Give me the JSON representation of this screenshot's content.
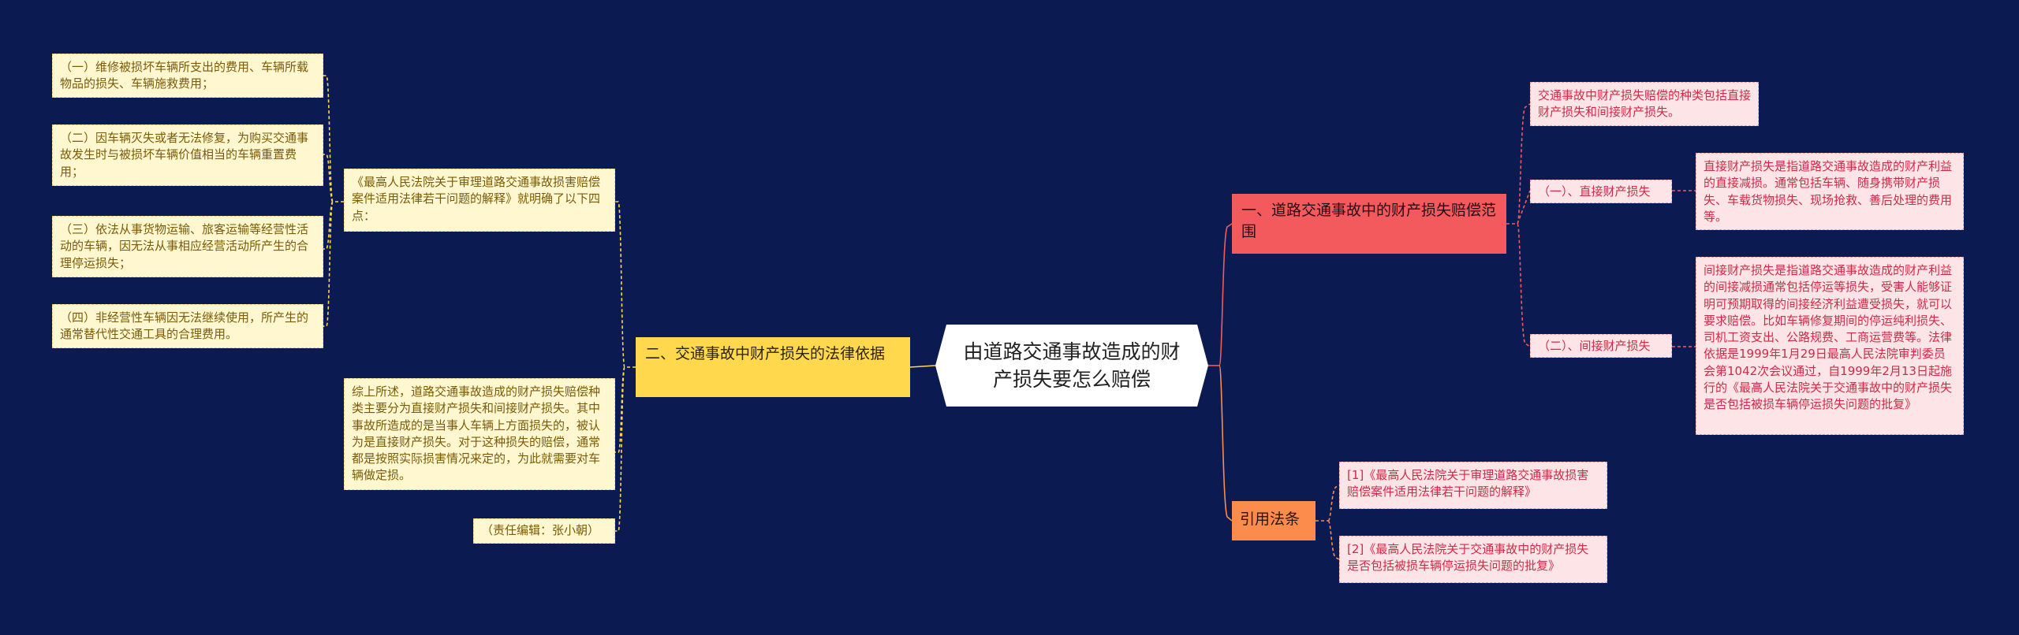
{
  "root": {
    "title": "由道路交通事故造成的财产损失要怎么赔偿"
  },
  "branches": {
    "scope": {
      "title": "一、道路交通事故中的财产损失赔偿范围",
      "intro": "交通事故中财产损失赔偿的种类包括直接财产损失和间接财产损失。",
      "direct_label": "（一）、直接财产损失",
      "direct_text": "直接财产损失是指道路交通事故造成的财产利益的直接减损。通常包括车辆、随身携带财产损失、车载货物损失、现场抢救、善后处理的费用等。",
      "indirect_label": "（二）、间接财产损失",
      "indirect_text": "间接财产损失是指道路交通事故造成的财产利益的间接减损通常包括停运等损失，受害人能够证明可预期取得的间接经济利益遭受损失，就可以要求赔偿。比如车辆修复期间的停运纯利损失、司机工资支出、公路规费、工商运营费等。法律依据是1999年1月29日最高人民法院审判委员会第1042次会议通过，自1999年2月13日起施行的《最高人民法院关于交通事故中的财产损失是否包括被损车辆停运损失问题的批复》"
    },
    "refs": {
      "title": "引用法条",
      "items": [
        "[1]《最高人民法院关于审理道路交通事故损害赔偿案件适用法律若干问题的解释》",
        "[2]《最高人民法院关于交通事故中的财产损失是否包括被损车辆停运损失问题的批复》"
      ]
    },
    "basis": {
      "title": "二、交通事故中财产损失的法律依据",
      "interpretation": "《最高人民法院关于审理道路交通事故损害赔偿案件适用法律若干问题的解释》就明确了以下四点：",
      "points": [
        "（一）维修被损坏车辆所支出的费用、车辆所载物品的损失、车辆施救费用；",
        "（二）因车辆灭失或者无法修复，为购买交通事故发生时与被损坏车辆价值相当的车辆重置费用；",
        "（三）依法从事货物运输、旅客运输等经营性活动的车辆，因无法从事相应经营活动所产生的合理停运损失；",
        "（四）非经营性车辆因无法继续使用，所产生的通常替代性交通工具的合理费用。"
      ],
      "summary": "综上所述，道路交通事故造成的财产损失赔偿种类主要分为直接财产损失和间接财产损失。其中事故所造成的是当事人车辆上方面损失的，被认为是直接财产损失。对于这种损失的赔偿，通常都是按照实际损害情况来定的，为此就需要对车辆做定损。",
      "editor": "（责任编辑：张小朝）"
    }
  },
  "colors": {
    "background": "#0b1b52",
    "link_red": "#f25a5e",
    "link_orange": "#fb8c4b",
    "link_yellow": "#ffd84d"
  }
}
